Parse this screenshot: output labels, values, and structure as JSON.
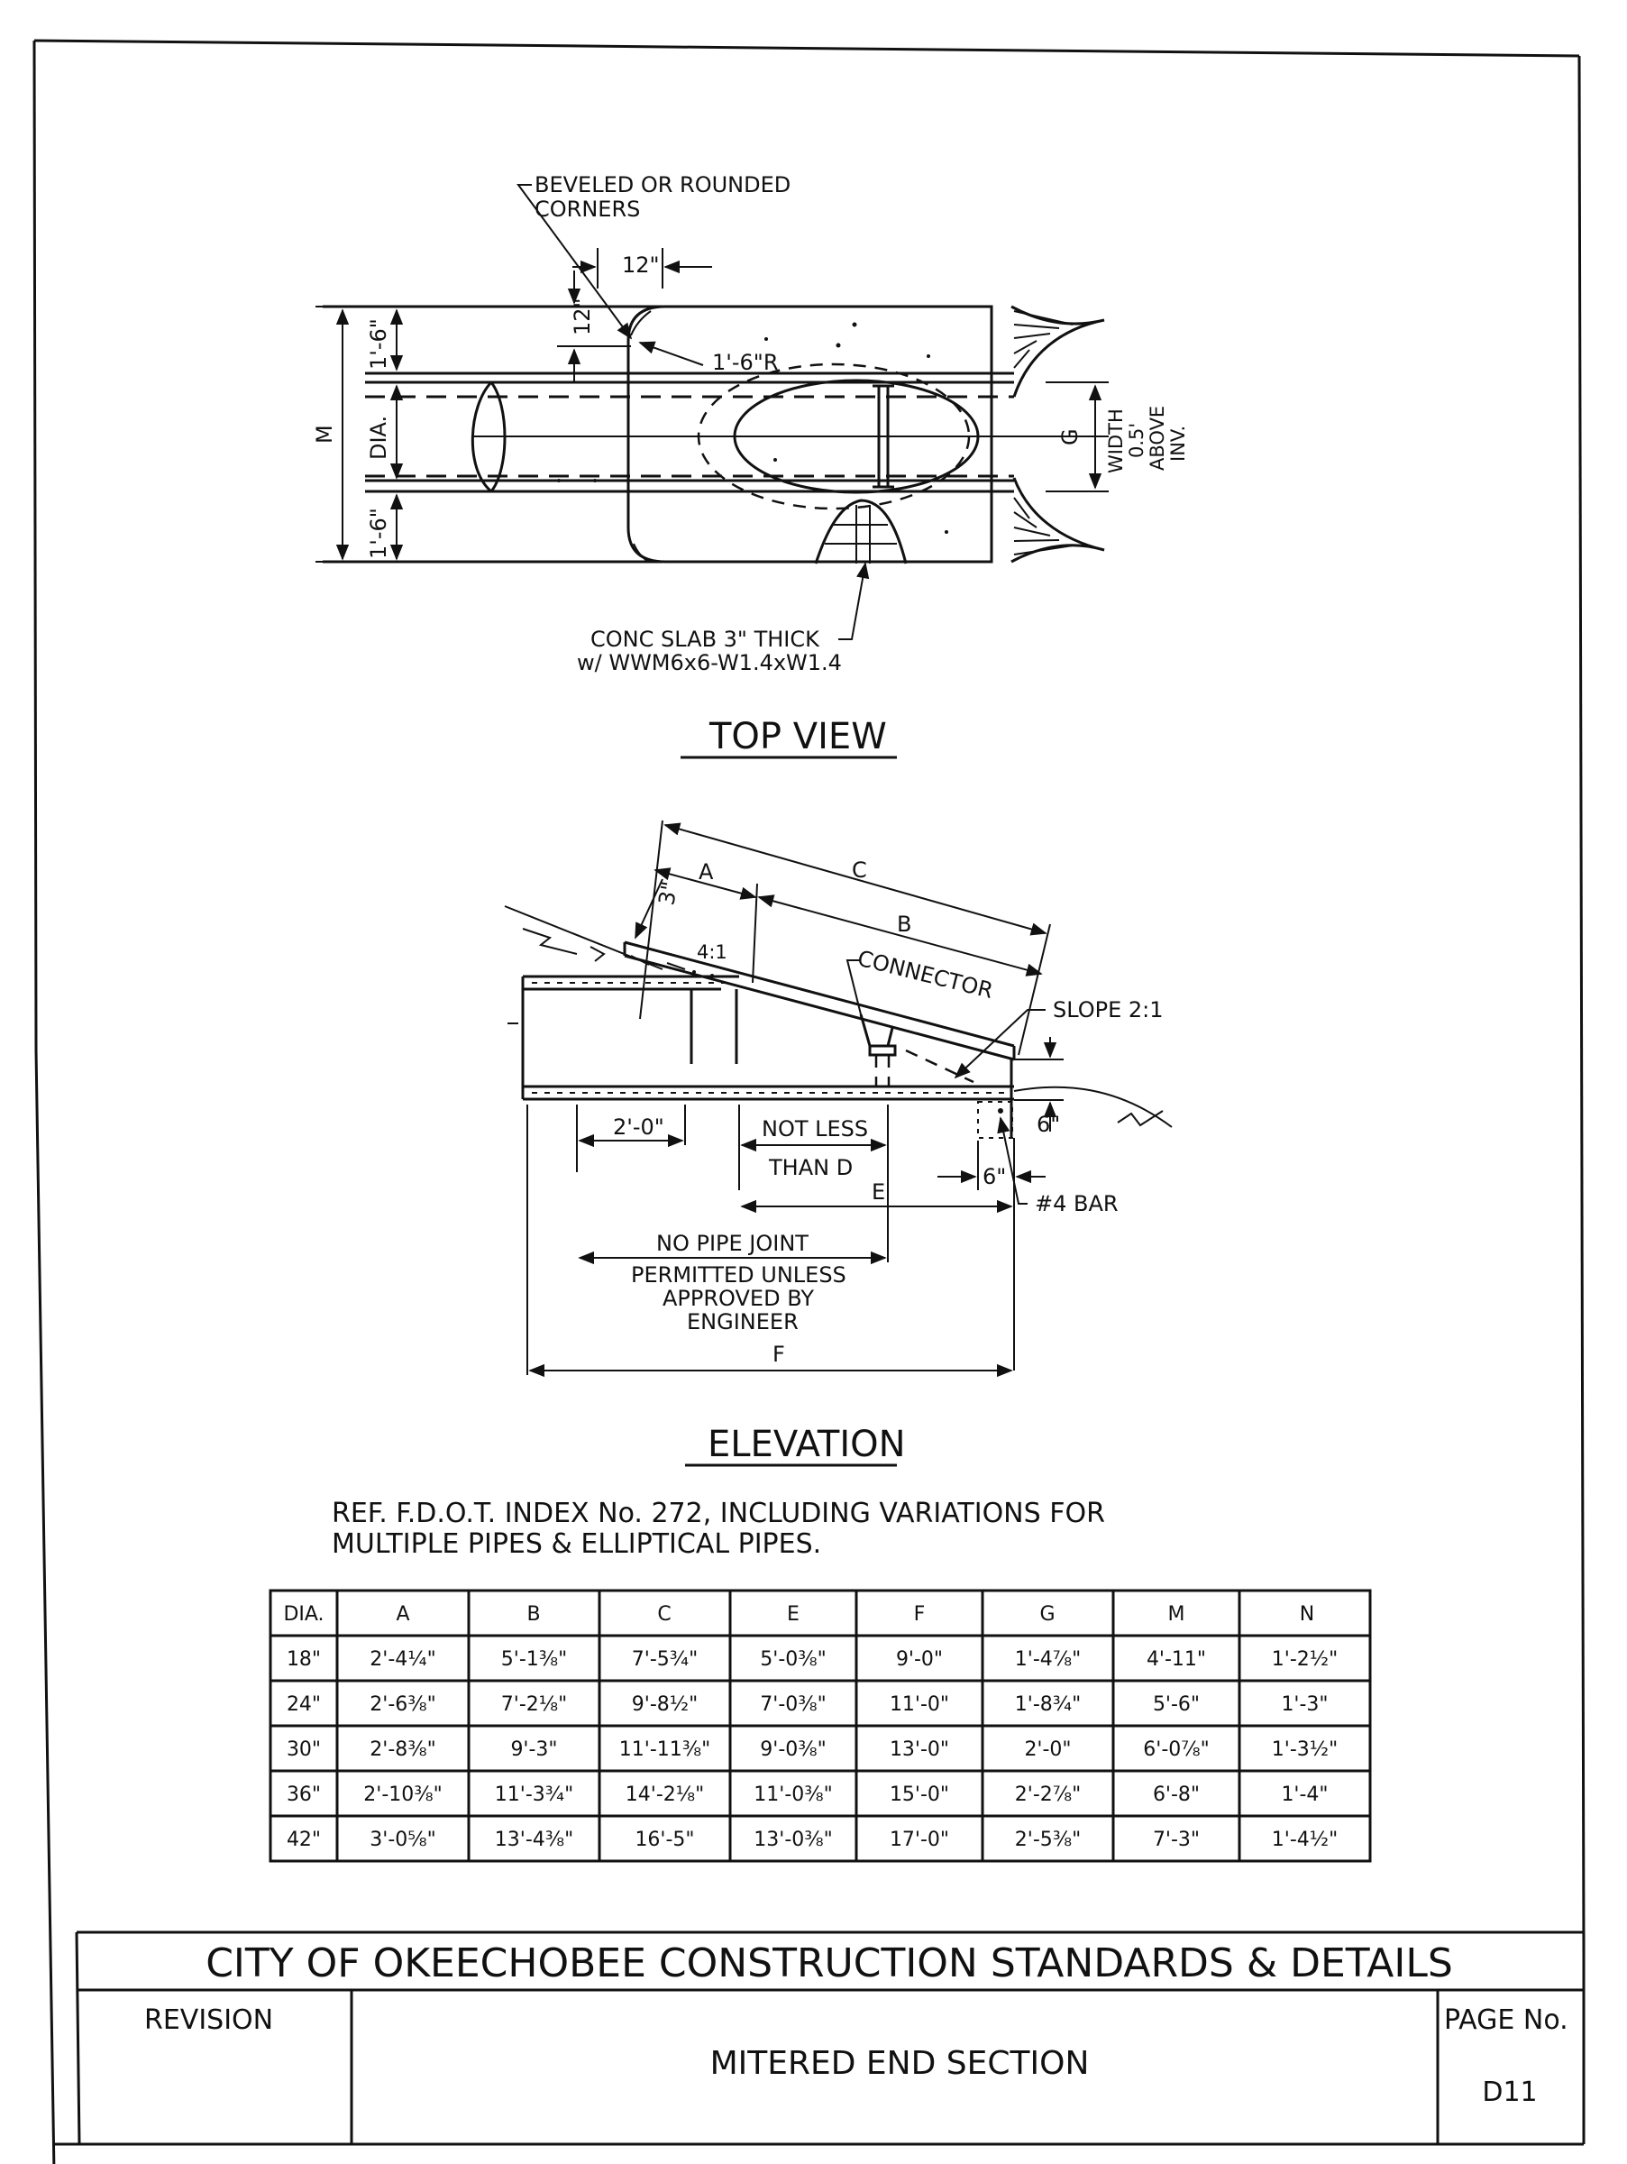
{
  "top_view": {
    "title": "TOP VIEW",
    "label_beveled": "BEVELED OR ROUNDED",
    "label_corners": "CORNERS",
    "dim_12_horizontal": "12\"",
    "dim_12_vertical": "12\"",
    "dim_radius": "1'-6\"R",
    "dim_top": "1'-6\"",
    "dim_dia": "DIA.",
    "dim_bottom": "1'-6\"",
    "dim_m": "M",
    "dim_g": "G",
    "width_line1": "WIDTH",
    "width_line2": "0.5'",
    "width_line3": "ABOVE",
    "width_line4": "INV.",
    "slab_line1": "CONC SLAB 3\" THICK",
    "slab_line2": "w/ WWM6x6-W1.4xW1.4"
  },
  "elevation": {
    "title": "ELEVATION",
    "dim_a": "A",
    "dim_b": "B",
    "dim_c": "C",
    "dim_3": "3\"",
    "slope_41": "4:1",
    "connector": "CONNECTOR",
    "slope_21": "SLOPE 2:1",
    "dim_2ft": "2'-0\"",
    "not_less": "NOT LESS",
    "than_d": "THAN D",
    "dim_e": "E",
    "dim_6_vertical": "6\"",
    "dim_6_horizontal": "6\"",
    "bar": "#4 BAR",
    "no_pipe_joint": "NO PIPE JOINT",
    "permitted_line1": "PERMITTED UNLESS",
    "permitted_line2": "APPROVED BY",
    "permitted_line3": "ENGINEER",
    "dim_f": "F"
  },
  "reference": {
    "line1": "REF. F.D.O.T. INDEX No. 272, INCLUDING VARIATIONS FOR",
    "line2": "MULTIPLE PIPES & ELLIPTICAL PIPES."
  },
  "table": {
    "headers": [
      "DIA.",
      "A",
      "B",
      "C",
      "E",
      "F",
      "G",
      "M",
      "N"
    ],
    "rows": [
      [
        "18\"",
        "2'-4¼\"",
        "5'-1⅜\"",
        "7'-5¾\"",
        "5'-0⅜\"",
        "9'-0\"",
        "1'-4⅞\"",
        "4'-11\"",
        "1'-2½\""
      ],
      [
        "24\"",
        "2'-6⅜\"",
        "7'-2⅛\"",
        "9'-8½\"",
        "7'-0⅜\"",
        "11'-0\"",
        "1'-8¾\"",
        "5'-6\"",
        "1'-3\""
      ],
      [
        "30\"",
        "2'-8⅜\"",
        "9'-3\"",
        "11'-11⅜\"",
        "9'-0⅜\"",
        "13'-0\"",
        "2'-0\"",
        "6'-0⅞\"",
        "1'-3½\""
      ],
      [
        "36\"",
        "2'-10⅜\"",
        "11'-3¾\"",
        "14'-2⅛\"",
        "11'-0⅜\"",
        "15'-0\"",
        "2'-2⅞\"",
        "6'-8\"",
        "1'-4\""
      ],
      [
        "42\"",
        "3'-0⅝\"",
        "13'-4⅜\"",
        "16'-5\"",
        "13'-0⅜\"",
        "17'-0\"",
        "2'-5⅜\"",
        "7'-3\"",
        "1'-4½\""
      ]
    ]
  },
  "title_block": {
    "heading": "CITY OF OKEECHOBEE CONSTRUCTION STANDARDS & DETAILS",
    "revision_label": "REVISION",
    "drawing_title": "MITERED END SECTION",
    "page_label": "PAGE No.",
    "page_number": "D11"
  }
}
